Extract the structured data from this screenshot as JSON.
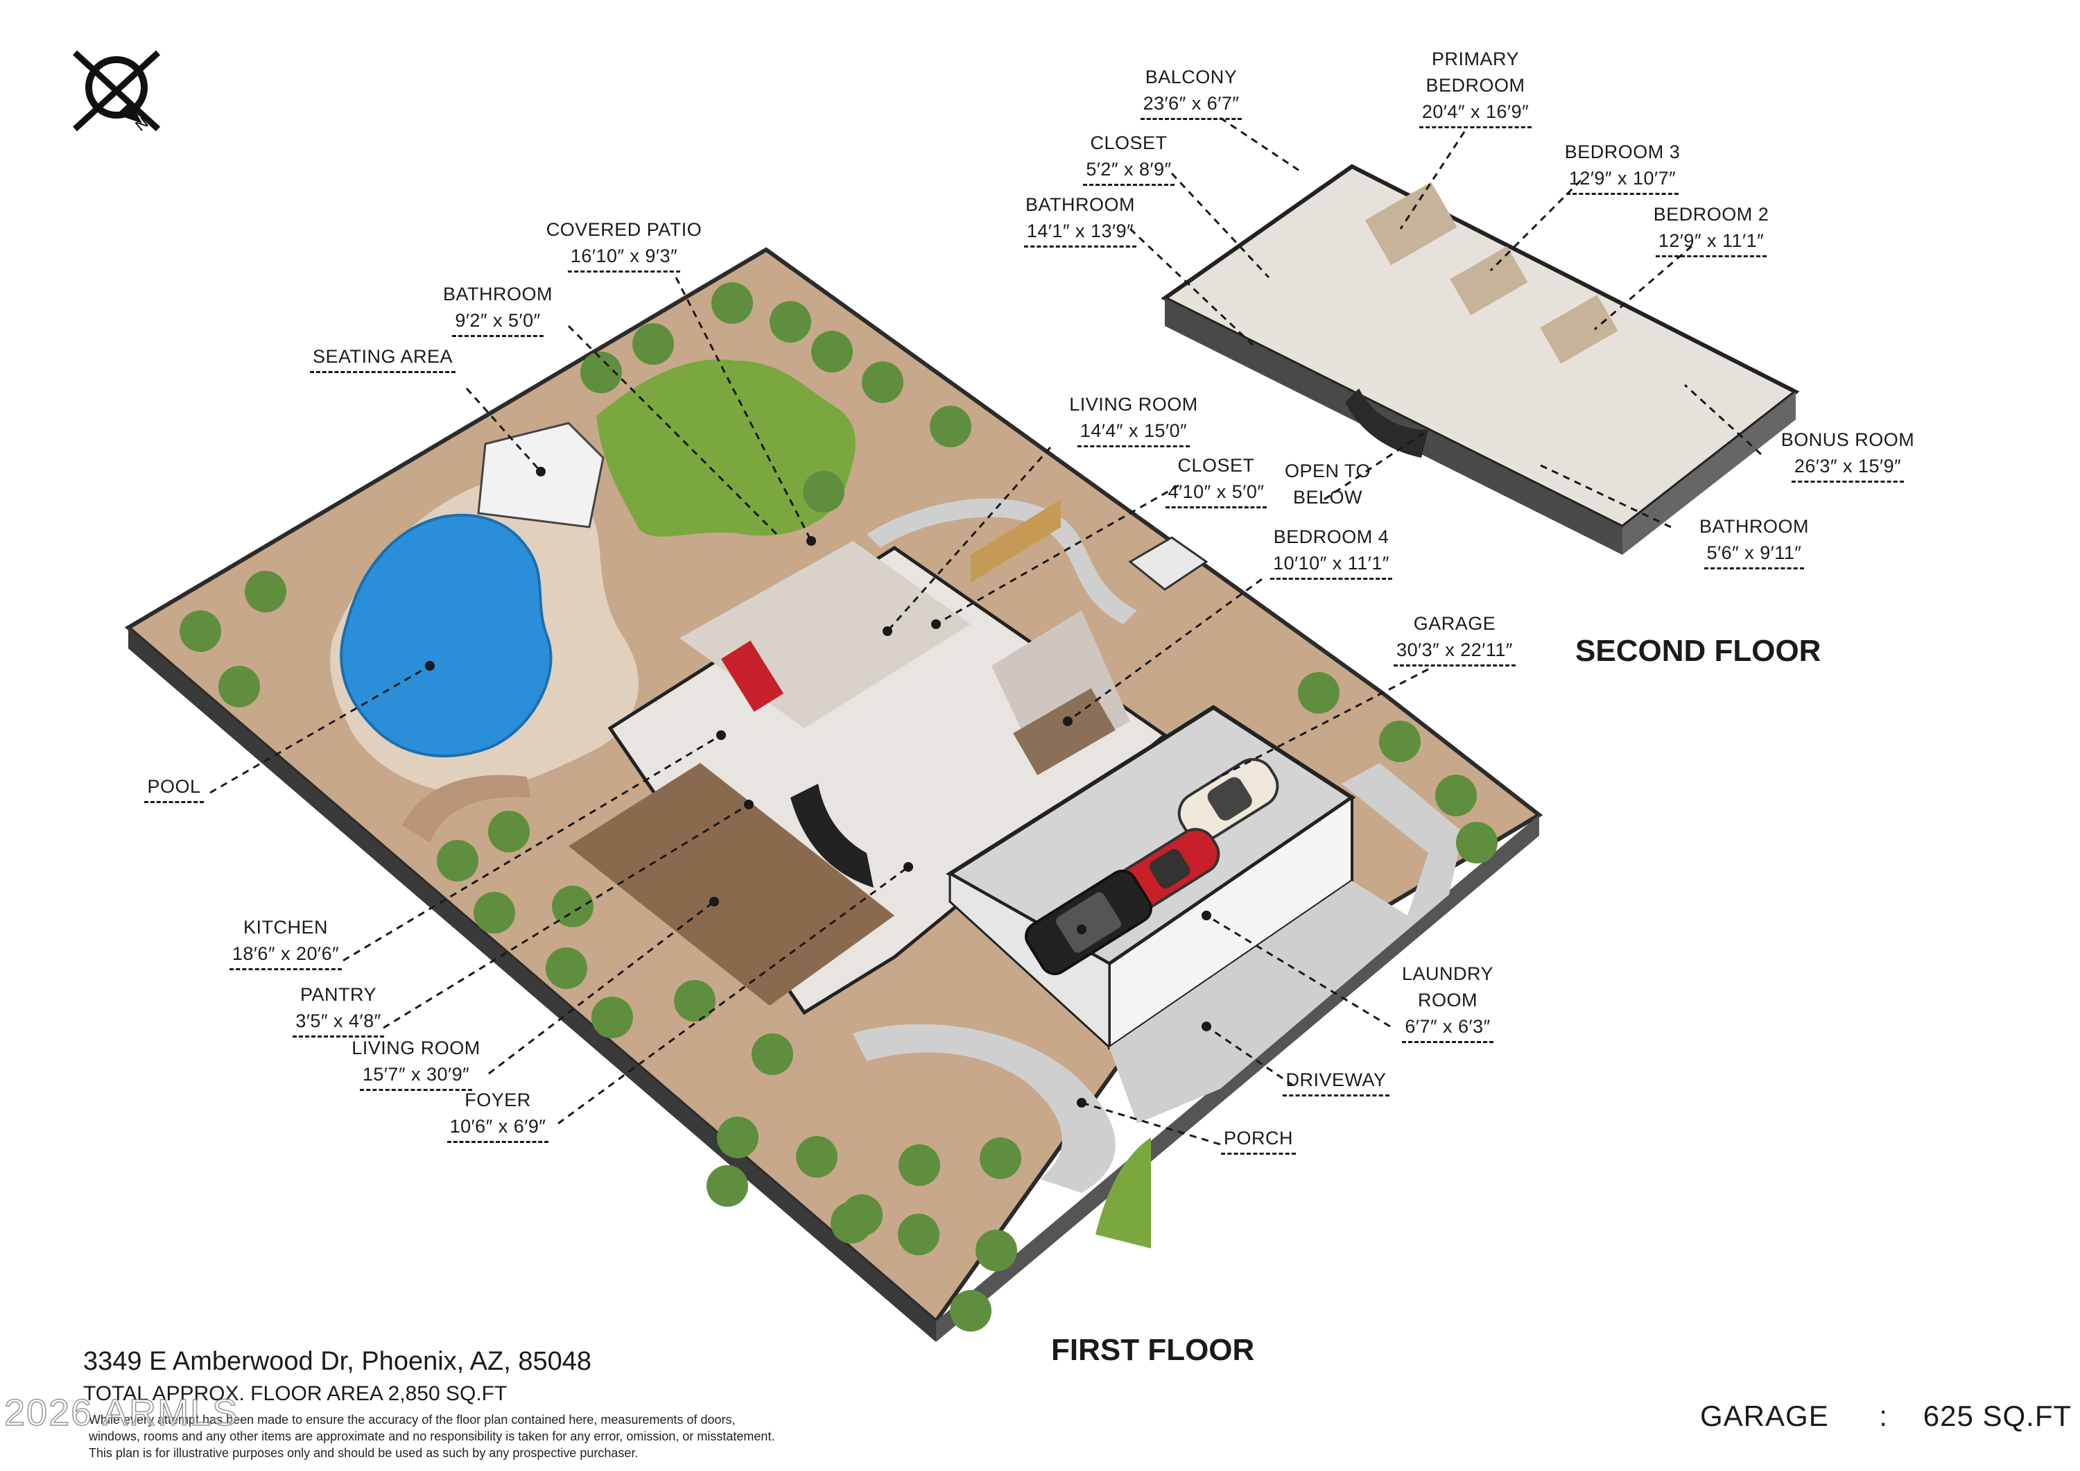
{
  "floors": {
    "first": "FIRST FLOOR",
    "second": "SECOND FLOOR"
  },
  "address": "3349 E Amberwood Dr, Phoenix, AZ, 85048",
  "total_area": "TOTAL APPROX. FLOOR AREA 2,850 SQ.FT",
  "disclaimer": [
    "While every attempt has been made to ensure the accuracy of the floor plan contained here, measurements of doors,",
    "windows, rooms and any other items are approximate and no responsibility is taken for any error, omission, or misstatement.",
    "This plan is for illustrative purposes only and should be used as such by any prospective purchaser."
  ],
  "garage_summary": {
    "label": "GARAGE",
    "sep": ":",
    "value": "625 SQ.FT"
  },
  "watermark": "2026 ARMLS",
  "compass_letter": "N",
  "colors": {
    "pool": "#2a8fd8",
    "lawn": "#7aa83e",
    "gravel": "#c9a98a",
    "deck": "#e2d3c2",
    "wall": "#2a2a2a",
    "floor_wood": "#8a6a4e",
    "car_red": "#c8202a"
  },
  "labels": {
    "balcony": {
      "name": "BALCONY",
      "dim": "23′6″ x 6′7″"
    },
    "primary_bed": {
      "name1": "PRIMARY",
      "name2": "BEDROOM",
      "dim": "20′4″ x 16′9″"
    },
    "closet2": {
      "name": "CLOSET",
      "dim": "5′2″ x 8′9″"
    },
    "bedroom3": {
      "name": "BEDROOM 3",
      "dim": "12′9″ x 10′7″"
    },
    "bathroom2": {
      "name": "BATHROOM",
      "dim": "14′1″ x 13′9″"
    },
    "bedroom2": {
      "name": "BEDROOM 2",
      "dim": "12′9″ x 11′1″"
    },
    "covered_patio": {
      "name": "COVERED PATIO",
      "dim": "16′10″ x 9′3″"
    },
    "bathroom1": {
      "name": "BATHROOM",
      "dim": "9′2″ x 5′0″"
    },
    "seating_area": {
      "name": "SEATING AREA"
    },
    "living_room2": {
      "name": "LIVING ROOM",
      "dim": "14′4″ x 15′0″"
    },
    "closet1": {
      "name": "CLOSET",
      "dim": "4′10″ x 5′0″"
    },
    "open_below": {
      "name1": "OPEN TO",
      "name2": "BELOW"
    },
    "bonus_room": {
      "name": "BONUS ROOM",
      "dim": "26′3″ x 15′9″"
    },
    "bathroom3": {
      "name": "BATHROOM",
      "dim": "5′6″ x 9′11″"
    },
    "bedroom4": {
      "name": "BEDROOM 4",
      "dim": "10′10″ x 11′1″"
    },
    "garage": {
      "name": "GARAGE",
      "dim": "30′3″ x 22′11″"
    },
    "pool": {
      "name": "POOL"
    },
    "kitchen": {
      "name": "KITCHEN",
      "dim": "18′6″ x 20′6″"
    },
    "pantry": {
      "name": "PANTRY",
      "dim": "3′5″ x 4′8″"
    },
    "living_room1": {
      "name": "LIVING ROOM",
      "dim": "15′7″ x 30′9″"
    },
    "foyer": {
      "name": "FOYER",
      "dim": "10′6″ x 6′9″"
    },
    "laundry": {
      "name1": "LAUNDRY",
      "name2": "ROOM",
      "dim": "6′7″ x 6′3″"
    },
    "driveway": {
      "name": "DRIVEWAY"
    },
    "porch": {
      "name": "PORCH"
    }
  }
}
